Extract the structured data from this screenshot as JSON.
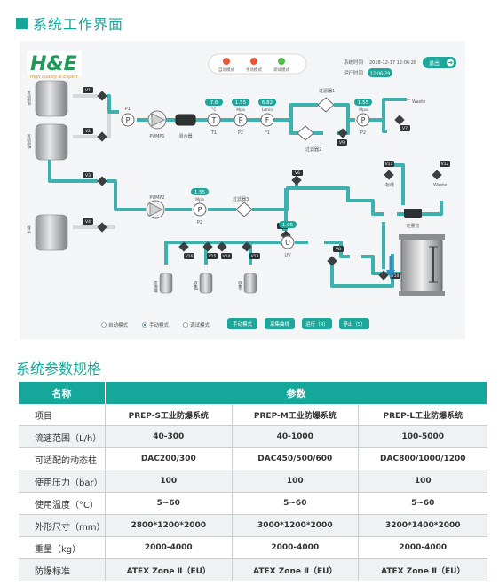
{
  "section1": {
    "title": "系统工作界面"
  },
  "screen": {
    "logo": {
      "main": "H&E",
      "sub": "High quality & Expert"
    },
    "lights": [
      "自动模式",
      "手动模式",
      "调试模式"
    ],
    "time_label": "系统时间",
    "time_value": "2018-12-17  12:06:28",
    "run_label": "运行时间",
    "run_value": "12:06:29",
    "exit_button": "退出",
    "tanks": [
      "流动相A",
      "流动相B",
      "样品"
    ],
    "valves": [
      "V1",
      "V2",
      "V3",
      "V4",
      "V5",
      "V6",
      "V7",
      "V8",
      "V9",
      "V10",
      "V11",
      "V12",
      "V13",
      "V14",
      "V15",
      "V16"
    ],
    "sensors": [
      {
        "value": "7.6",
        "unit": "°C",
        "label": "T1",
        "sym": "T"
      },
      {
        "value": "1.55",
        "unit": "Mpa",
        "label": "P2",
        "sym": "P"
      },
      {
        "value": "6.82",
        "unit": "L/min",
        "label": "F1",
        "sym": "F"
      },
      {
        "value": "1.55",
        "unit": "Mpa",
        "label": "P2",
        "sym": "P"
      },
      {
        "value": "1.55",
        "unit": "Mpa",
        "label": "P2",
        "sym": "P"
      },
      {
        "value": "1.05",
        "unit": "",
        "label": "UV",
        "sym": "U"
      }
    ],
    "labels": {
      "pump1": "PUMP1",
      "pump2": "PUMP2",
      "mixer": "混合器",
      "p1": "P1",
      "filter1": "过滤器1",
      "filter2": "过滤器2",
      "filter3": "过滤器3",
      "waste1": "Waste",
      "waste2": "Waste",
      "marker": "标线",
      "column": "定量管",
      "collect": [
        "废液罐",
        "收集1",
        "收集2"
      ]
    },
    "mode_items": [
      "自动模式",
      "手动模式",
      "调试模式"
    ],
    "buttons": [
      "手动模式",
      "采集曲线",
      "运行（R）",
      "停止（S）"
    ],
    "colors": {
      "pipe": "#3eb0ad",
      "accent": "#15a89a",
      "pipe_grey": "#d5d7d8"
    }
  },
  "section2": {
    "title": "系统参数规格"
  },
  "spec_table": {
    "headers": [
      "名称",
      "参数"
    ],
    "rows": [
      [
        "项目",
        "PREP-S工业防爆系统",
        "PREP-M工业防爆系统",
        "PREP-L工业防爆系统"
      ],
      [
        "流速范围（L/h）",
        "40-300",
        "40-1000",
        "100-5000"
      ],
      [
        "可适配的动态柱",
        "DAC200/300",
        "DAC450/500/600",
        "DAC800/1000/1200"
      ],
      [
        "使用压力（bar）",
        "100",
        "100",
        "100"
      ],
      [
        "使用温度（°C）",
        "5~60",
        "5~60",
        "5~60"
      ],
      [
        "外形尺寸（mm）",
        "2800*1200*2000",
        "3000*1200*2000",
        "3200*1400*2000"
      ],
      [
        "重量（kg）",
        "2000-4000",
        "2000-4000",
        "2000-4000"
      ],
      [
        "防爆标准",
        "ATEX Zone Ⅱ（EU）",
        "ATEX Zone Ⅱ（EU）",
        "ATEX Zone Ⅱ（EU）"
      ]
    ]
  }
}
